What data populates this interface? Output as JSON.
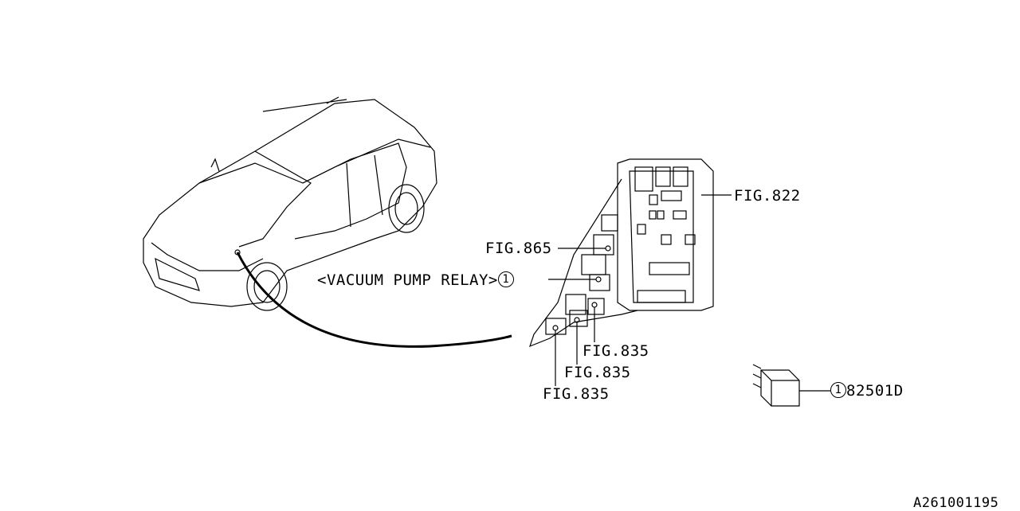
{
  "labels": {
    "fig822": "FIG.822",
    "fig865": "FIG.865",
    "vacuum_pump_relay": "<VACUUM PUMP RELAY>",
    "fig835_a": "FIG.835",
    "fig835_b": "FIG.835",
    "fig835_c": "FIG.835",
    "callout_number": "1",
    "part_number": "82501D",
    "diagram_id": "A261001195"
  }
}
